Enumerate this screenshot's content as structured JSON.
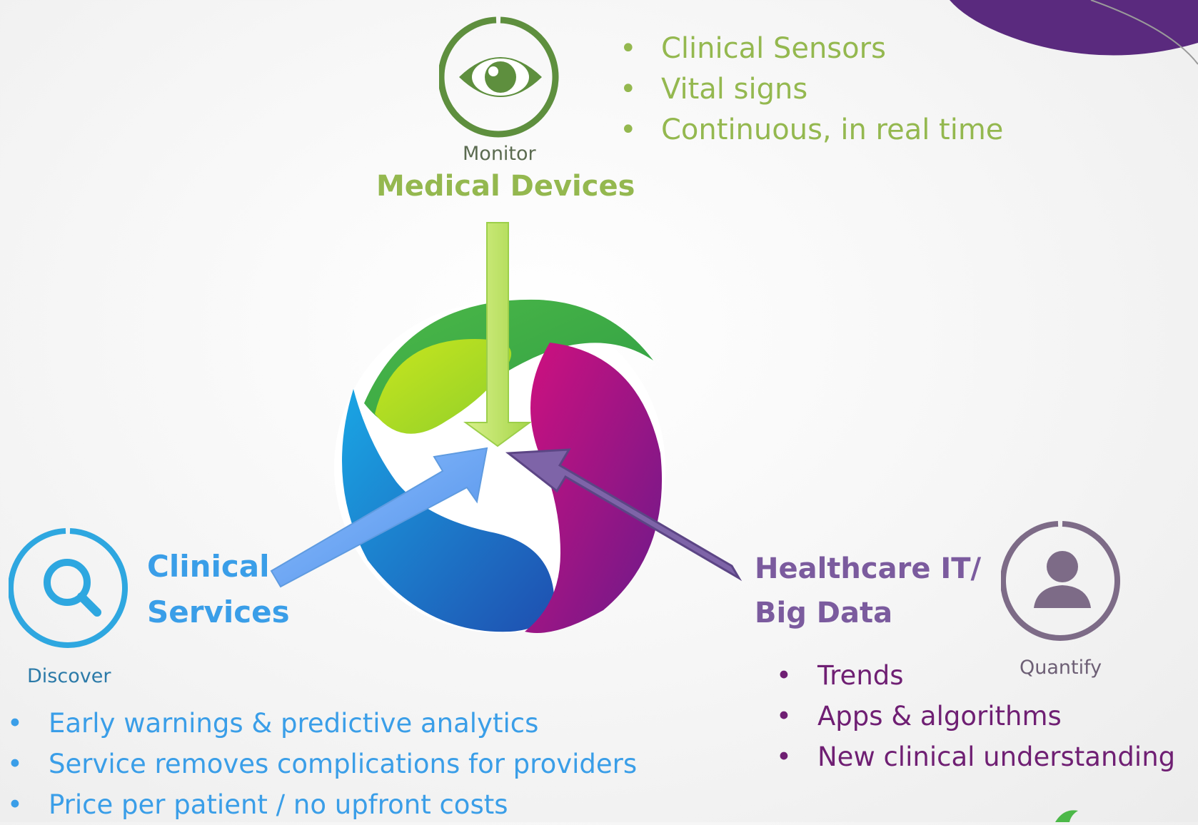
{
  "colors": {
    "green": "#94b84f",
    "green_dark": "#6a9a3b",
    "blue": "#3a9ee8",
    "blue_dark": "#2ea7e0",
    "purple": "#7b5b9e",
    "plum": "#6f1f73",
    "gray_icon": "#7d6b87",
    "corner_purple": "#5a2a7e"
  },
  "top": {
    "icon": "eye-icon",
    "icon_caption": "Monitor",
    "title": "Medical Devices",
    "bullets": [
      "Clinical Sensors",
      "Vital signs",
      "Continuous, in real time"
    ]
  },
  "left": {
    "icon": "search-icon",
    "icon_caption": "Discover",
    "title_line1": "Clinical",
    "title_line2": "Services",
    "bullets": [
      "Early warnings & predictive analytics",
      "Service removes complications for providers",
      "Price per patient / no upfront costs"
    ]
  },
  "right": {
    "icon": "person-icon",
    "icon_caption": "Quantify",
    "title_line1": "Healthcare IT/",
    "title_line2": "Big Data",
    "bullets": [
      "Trends",
      "Apps & algorithms",
      "New clinical understanding"
    ]
  },
  "bullet_char": "•"
}
